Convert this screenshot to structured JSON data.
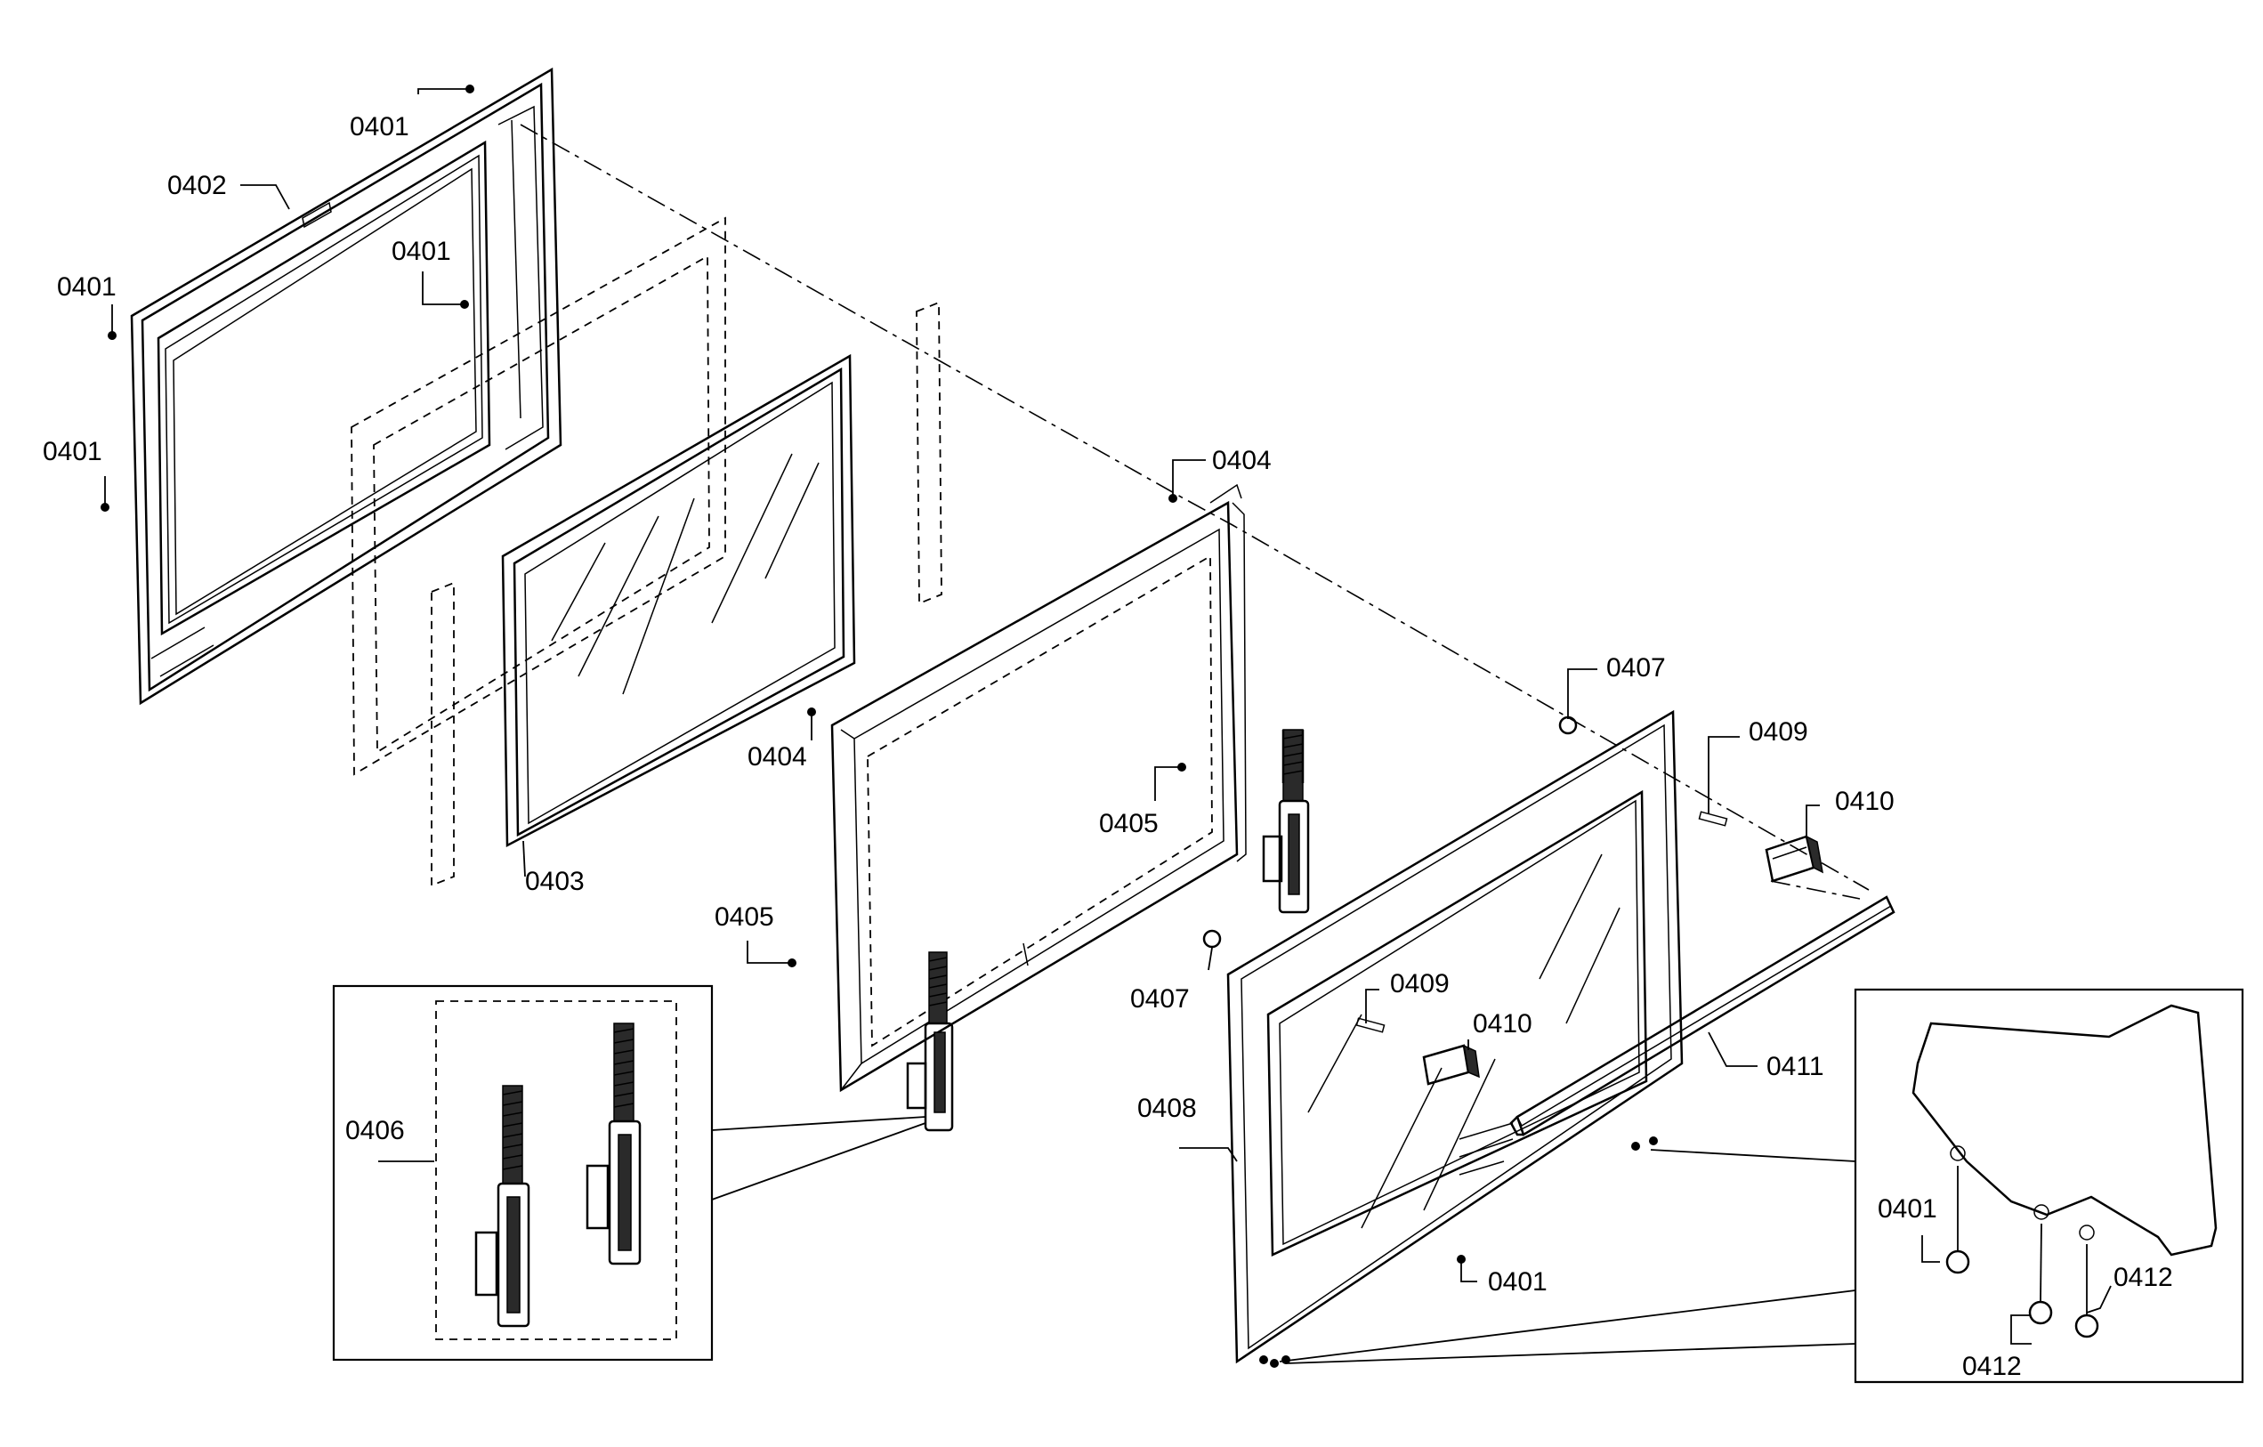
{
  "labels": {
    "l0401_top": "0401",
    "l0402": "0402",
    "l0401_left_a": "0401",
    "l0401_inner": "0401",
    "l0401_left_b": "0401",
    "l0403": "0403",
    "l0404_top": "0404",
    "l0404_left": "0404",
    "l0405_right": "0405",
    "l0405_left": "0405",
    "l0406": "0406",
    "l0407_top": "0407",
    "l0407_bottom": "0407",
    "l0408": "0408",
    "l0409_top": "0409",
    "l0409_inner": "0409",
    "l0410_top": "0410",
    "l0410_inner": "0410",
    "l0411": "0411",
    "l0401_bottom": "0401",
    "l0401_detail": "0401",
    "l0412_right": "0412",
    "l0412_bottom": "0412"
  }
}
